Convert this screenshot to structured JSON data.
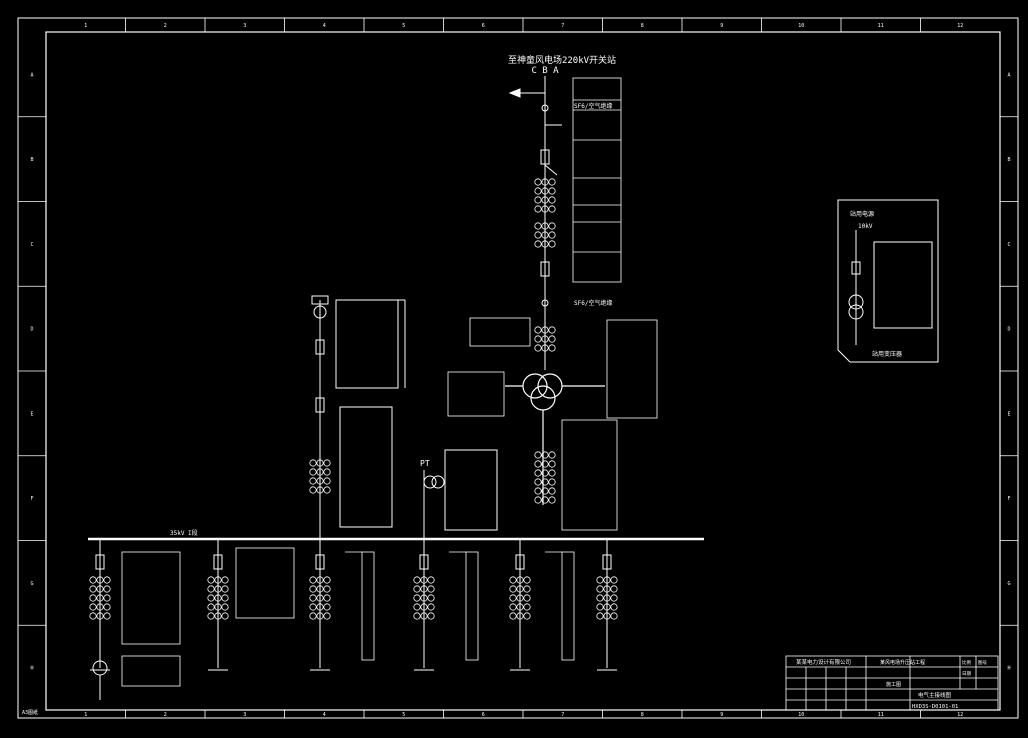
{
  "drawing": {
    "column_numbers": [
      "1",
      "2",
      "3",
      "4",
      "5",
      "6",
      "7",
      "8",
      "9",
      "10",
      "11",
      "12"
    ],
    "row_letters": [
      "A",
      "B",
      "C",
      "D",
      "E",
      "F",
      "G",
      "H"
    ],
    "title_top": "至神童风电场220kV开关站",
    "phase_label": "C B A",
    "transformer_label": "PT",
    "bus_label": "35kV I段",
    "aux_box_title": "站用电源",
    "aux_box_voltage": "10kV",
    "aux_box_footer": "站用变压器",
    "sf6_label": "SF6/空气绝缘",
    "sf6_label_top": "SF6/空气绝缘",
    "corner_tag": "A3图纸",
    "colors": {
      "background": "#000000",
      "line": "#ffffff",
      "text": "#ffffff"
    }
  },
  "title_block": {
    "company": "某某电力设计有限公司",
    "project": "某风电场升压站工程",
    "stage": "施工图",
    "drawing_title": "电气主接线图",
    "drawing_no": "HXD3S-D0101-01",
    "scale_label": "比例",
    "date_label": "日期",
    "sheet_label": "图号"
  }
}
